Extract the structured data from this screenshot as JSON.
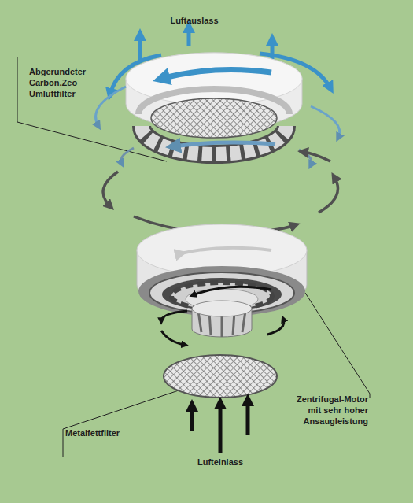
{
  "diagram": {
    "labels": [
      "Luftauslass",
      "Abgerundeter Carbon.Zeo Umluftfilter",
      "Zentrifugal-Motor mit sehr hoher Ansaugleistung",
      "Metalfettfilter",
      "Lufteinlass"
    ]
  }
}
